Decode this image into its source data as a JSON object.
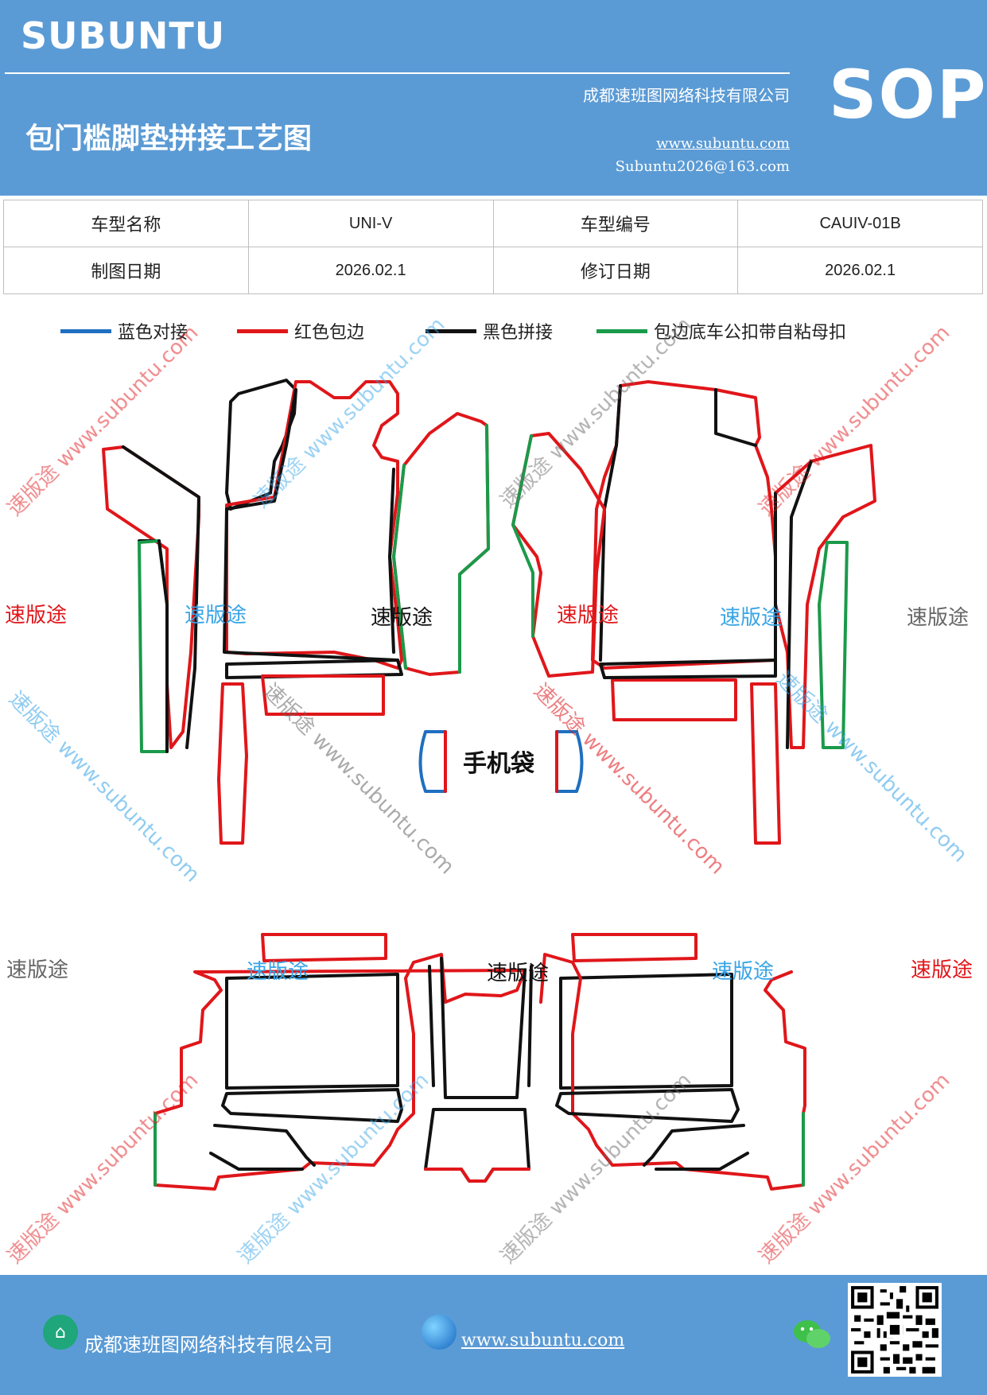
{
  "header": {
    "brand": "SUBUNTU",
    "company": "成都速班图网络科技有限公司",
    "title": "包门槛脚垫拼接工艺图",
    "badge": "SOP",
    "website": "www.subuntu.com",
    "email": "Subuntu2026@163.com"
  },
  "info_table": {
    "rows": [
      [
        "车型名称",
        "UNI-V",
        "车型编号",
        "CAUIV-01B"
      ],
      [
        "制图日期",
        "2026.02.1",
        "修订日期",
        "2026.02.1"
      ]
    ]
  },
  "legend": [
    {
      "label": "蓝色对接",
      "color": "#1f6fc0"
    },
    {
      "label": "红色包边",
      "color": "#e0161a"
    },
    {
      "label": "黑色拼接",
      "color": "#111111"
    },
    {
      "label": "包边底车公扣带自粘母扣",
      "color": "#1a9a4a"
    }
  ],
  "diagram": {
    "phone_bag_label": "手机袋",
    "watermark_text": "速版途",
    "watermark_url": "www.subuntu.com",
    "colors": {
      "blue": "#1f6fc0",
      "red": "#e0161a",
      "black": "#111111",
      "green": "#1a9a4a",
      "cyan": "#37a4e6",
      "grey": "#666666"
    }
  },
  "footer": {
    "company": "成都速班图网络科技有限公司",
    "website": "www.subuntu.com",
    "icons": [
      "home-icon",
      "globe-icon",
      "wechat-icon",
      "qr-code"
    ]
  }
}
